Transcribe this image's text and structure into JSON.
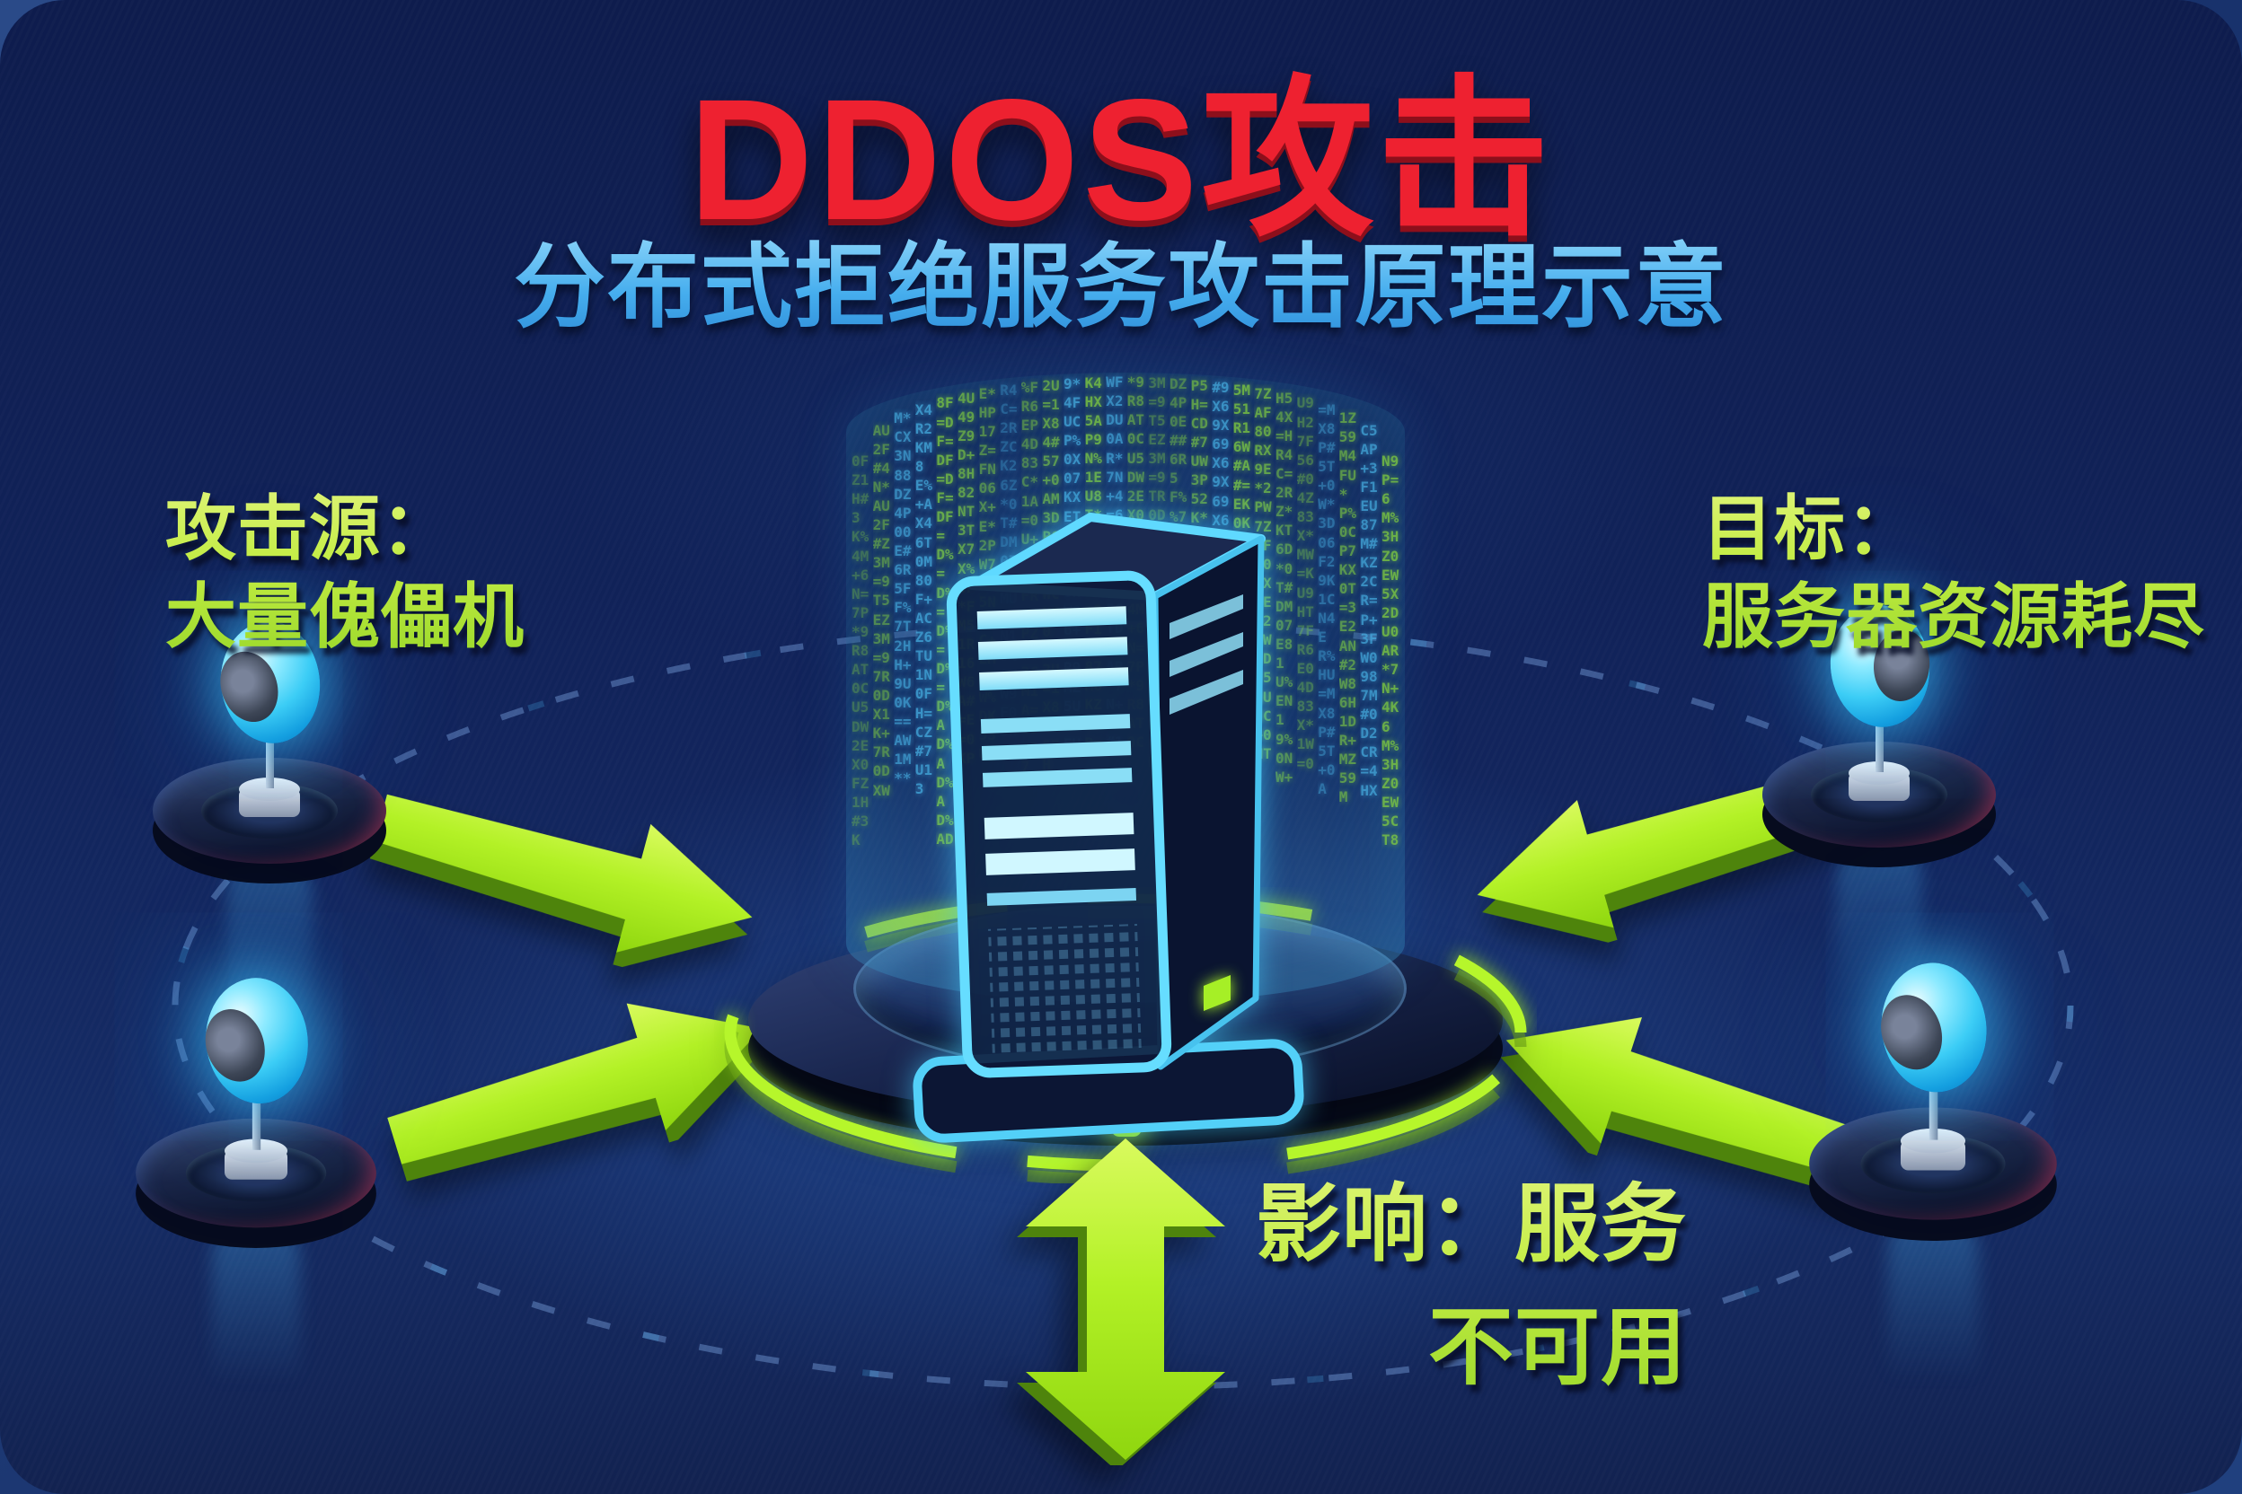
{
  "page": {
    "title": "DDOS攻击",
    "subtitle": "分布式拒绝服务攻击原理示意"
  },
  "labels": {
    "source": {
      "line1": "攻击源：",
      "line2": "大量傀儡机"
    },
    "target": {
      "line1": "目标：",
      "line2": "服务器资源耗尽"
    },
    "impact": {
      "line1": "影响：服务",
      "line2": "不可用"
    }
  },
  "colors": {
    "title_red": "#ee2130",
    "subtitle_cyan": "#46aeee",
    "label_green": "#c2ec43",
    "arrow_lime": "#aef01e",
    "arrow_lime_dark": "#4e840c",
    "orb_cyan": "#3ccdf6",
    "server_neon": "#62dcff",
    "platform_arc_green": "#b6f62b",
    "background_navy": "#11235a"
  },
  "icons": {
    "target-server-icon": "neon server tower",
    "zombie-orb-icon": "glowing cyan sphere",
    "attack-arrow-icon": "thick 3d arrow",
    "impact-arrow-icon": "double-headed vertical arrow",
    "dashed-orbit-icon": "dashed ellipse ring",
    "hologram-cylinder-icon": "matrix code cylinder"
  },
  "hologram": {
    "glyphs": "0134679ACDEFHKMNPRTUWXZ#%+=*8052"
  }
}
